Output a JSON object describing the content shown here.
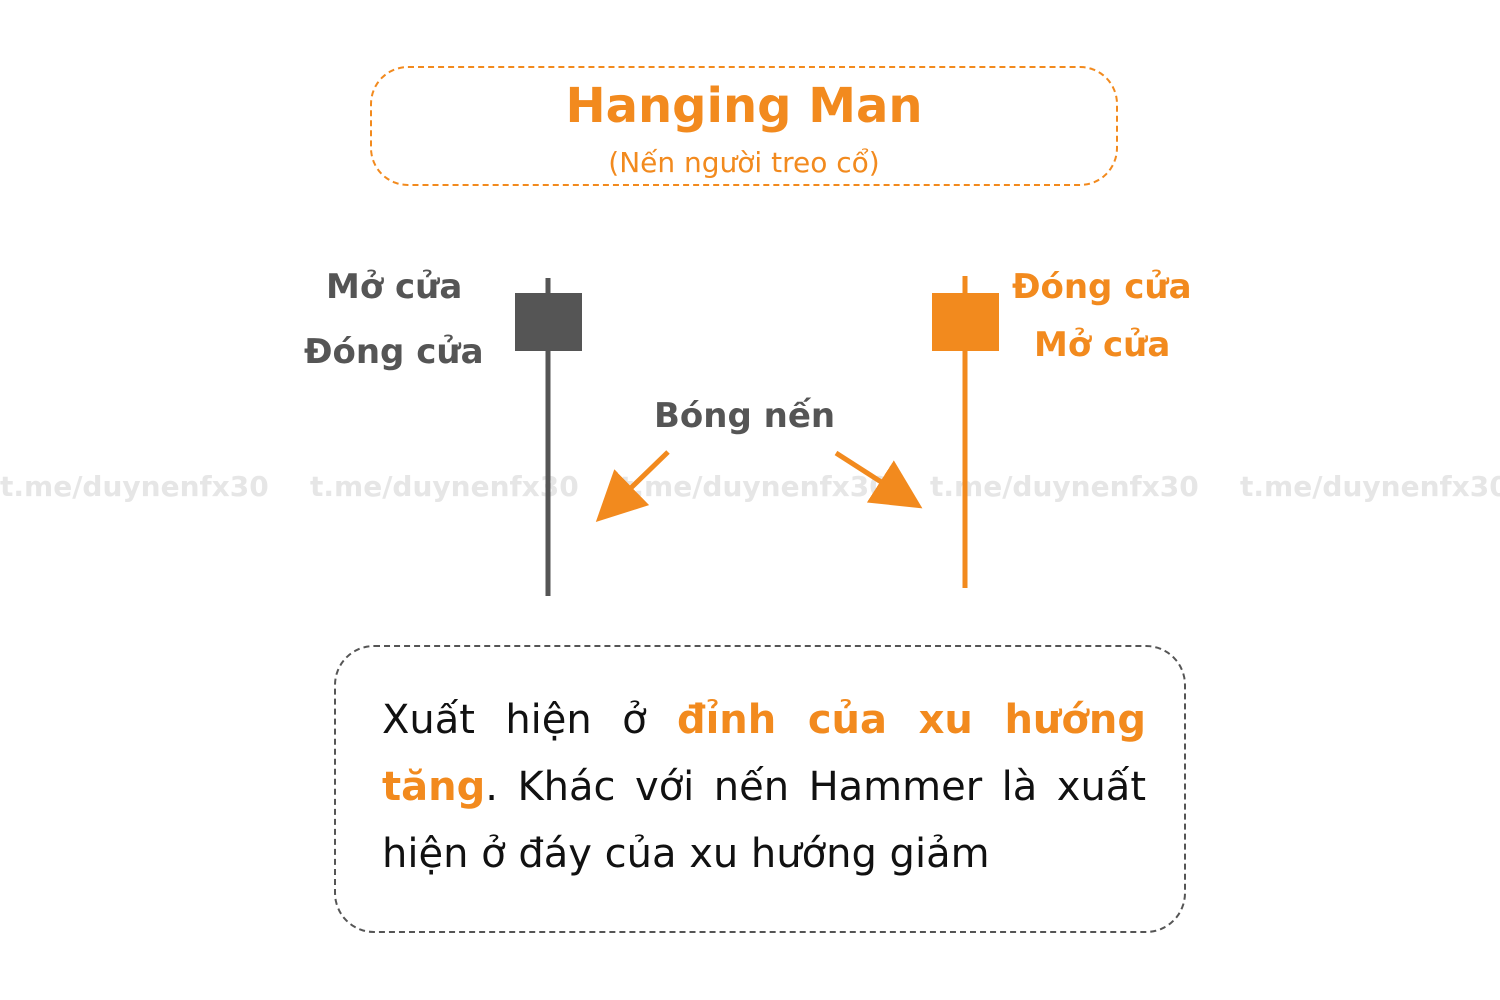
{
  "title": "Hanging Man",
  "subtitle": "(Nến người treo cổ)",
  "left_candle": {
    "color": "#555555",
    "top_label": "Mở cửa",
    "bottom_label": "Đóng cửa"
  },
  "right_candle": {
    "color": "#f28a1e",
    "top_label": "Đóng cửa",
    "bottom_label": "Mở cửa"
  },
  "shadow_label": "Bóng nến",
  "watermarks": [
    "t.me/duynenfx30",
    "t.me/duynenfx30",
    "t.me/duynenfx30",
    "t.me/duynenfx30",
    "t.me/duynenfx30"
  ],
  "description": {
    "part1": "Xuất hiện ở ",
    "highlight": "đỉnh của xu hướng tăng",
    "part2": ". Khác với nến Hammer là xuất hiện ở đáy của xu hướng giảm"
  },
  "colors": {
    "accent": "#f28a1e",
    "gray": "#555555"
  }
}
